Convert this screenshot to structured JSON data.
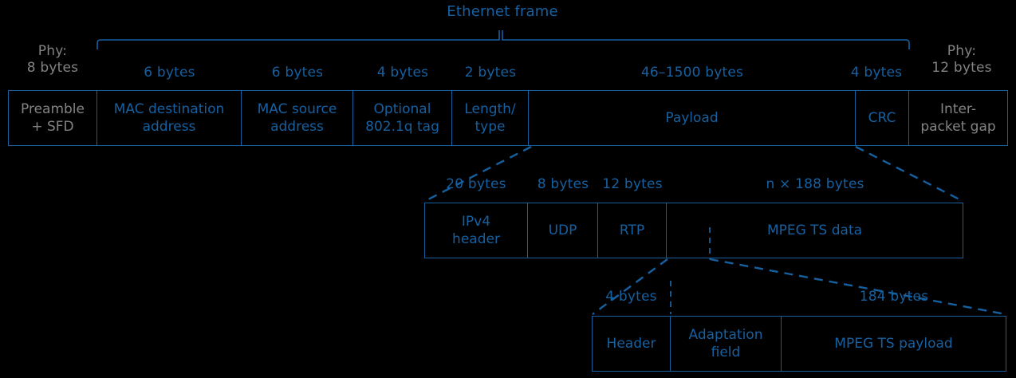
{
  "diagram": {
    "title": "Ethernet frame",
    "accent_color": "#1660a0",
    "muted_color": "#838383",
    "background": "#000000"
  },
  "row1": {
    "bracket_label": "Ethernet frame",
    "phy_left_label": "Phy:\n8 bytes",
    "phy_right_label": "Phy:\n12 bytes",
    "size_labels": {
      "mac_dest": "6 bytes",
      "mac_src": "6 bytes",
      "vlan_tag": "4 bytes",
      "length_type": "2 bytes",
      "payload": "46–1500 bytes",
      "crc": "4 bytes"
    },
    "fields": [
      {
        "name": "preamble",
        "label": "Preamble\n+ SFD",
        "muted": true,
        "size": "8 bytes"
      },
      {
        "name": "mac-dest",
        "label": "MAC destination\naddress",
        "muted": false,
        "size": "6 bytes"
      },
      {
        "name": "mac-src",
        "label": "MAC source\naddress",
        "muted": false,
        "size": "6 bytes"
      },
      {
        "name": "vlan-tag",
        "label": "Optional\n802.1q tag",
        "muted": false,
        "size": "4 bytes"
      },
      {
        "name": "length-type",
        "label": "Length/\ntype",
        "muted": false,
        "size": "2 bytes"
      },
      {
        "name": "payload",
        "label": "Payload",
        "muted": false,
        "size": "46–1500 bytes"
      },
      {
        "name": "crc",
        "label": "CRC",
        "muted": false,
        "size": "4 bytes"
      },
      {
        "name": "ipg",
        "label": "Inter-\npacket gap",
        "muted": true,
        "size": "12 bytes"
      }
    ]
  },
  "row2": {
    "size_labels": {
      "ipv4": "20 bytes",
      "udp": "8 bytes",
      "rtp": "12 bytes",
      "mpegts": "n × 188 bytes"
    },
    "fields": [
      {
        "name": "ipv4-header",
        "label": "IPv4\nheader",
        "size": "20 bytes"
      },
      {
        "name": "udp-header",
        "label": "UDP",
        "size": "8 bytes"
      },
      {
        "name": "rtp-header",
        "label": "RTP",
        "size": "12 bytes"
      },
      {
        "name": "mpeg-ts-data",
        "label": "MPEG TS data",
        "size": "n × 188 bytes"
      }
    ]
  },
  "row3": {
    "size_labels": {
      "header": "4 bytes",
      "payload": "184 bytes"
    },
    "fields": [
      {
        "name": "ts-header",
        "label": "Header",
        "size": "4 bytes"
      },
      {
        "name": "ts-adaptation-field",
        "label": "Adaptation\nfield",
        "size": ""
      },
      {
        "name": "ts-payload",
        "label": "MPEG TS payload",
        "size": "184 bytes"
      }
    ]
  }
}
